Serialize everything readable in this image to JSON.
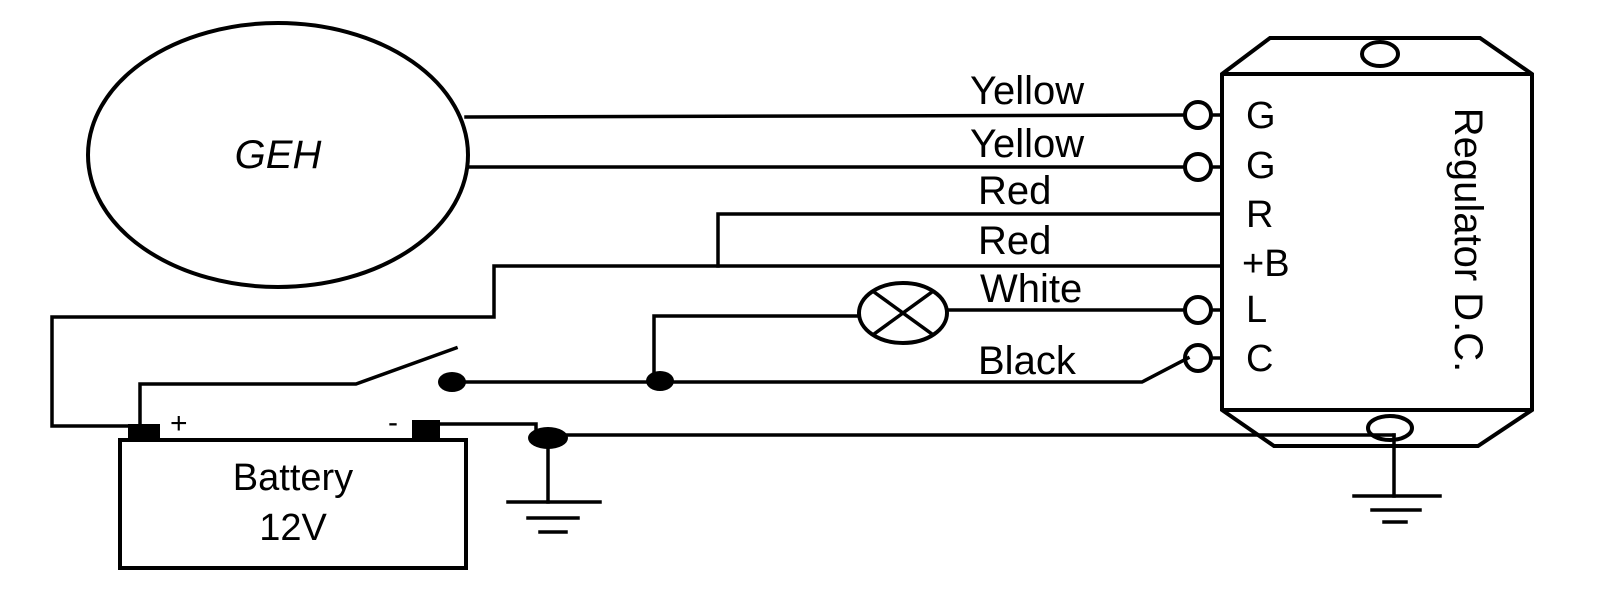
{
  "generator": {
    "label": "GEH"
  },
  "regulator": {
    "label": "Regulator D.C.",
    "pins": [
      "G",
      "G",
      "R",
      "+B",
      "L",
      "C"
    ]
  },
  "wires": {
    "yellow_1": "Yellow",
    "yellow_2": "Yellow",
    "red_1": "Red",
    "red_2": "Red",
    "white": "White",
    "black": "Black"
  },
  "battery": {
    "line1": "Battery",
    "line2": "12V",
    "plus": "+",
    "minus": "-"
  }
}
